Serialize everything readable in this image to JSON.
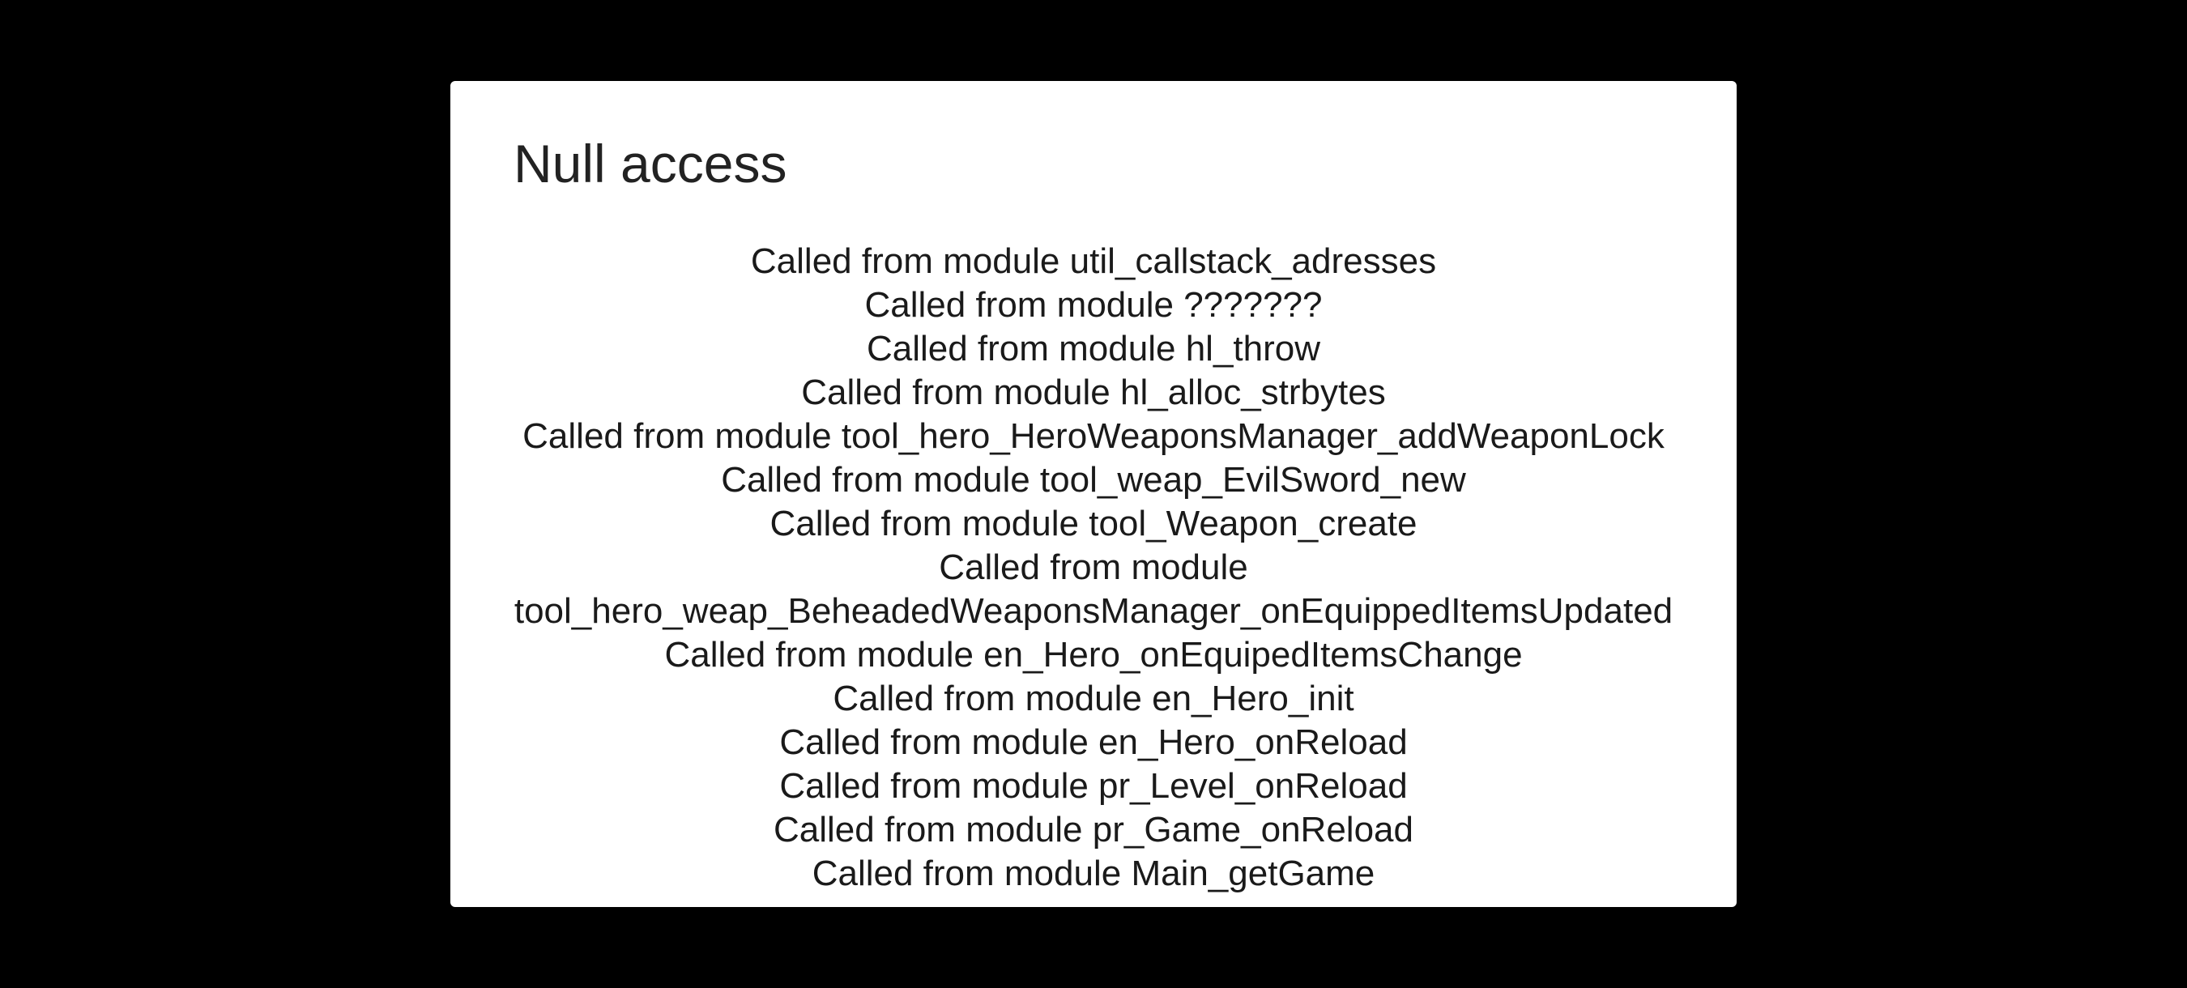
{
  "dialog": {
    "title": "Null access",
    "trace": [
      "Called from module util_callstack_adresses",
      "Called from module ???????",
      "Called from module hl_throw",
      "Called from module hl_alloc_strbytes",
      "Called from module tool_hero_HeroWeaponsManager_addWeaponLock",
      "Called from module tool_weap_EvilSword_new",
      "Called from module tool_Weapon_create",
      "Called from module",
      "tool_hero_weap_BeheadedWeaponsManager_onEquippedItemsUpdated",
      "Called from module en_Hero_onEquipedItemsChange",
      "Called from module en_Hero_init",
      "Called from module en_Hero_onReload",
      "Called from module pr_Level_onReload",
      "Called from module pr_Game_onReload",
      "Called from module Main_getGame"
    ]
  }
}
